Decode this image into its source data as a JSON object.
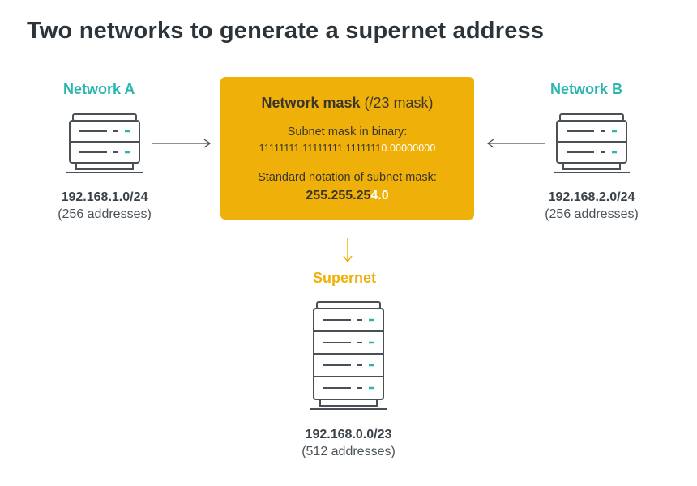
{
  "title": "Two networks to generate a supernet address",
  "network_a": {
    "label": "Network A",
    "cidr": "192.168.1.0/24",
    "count": "(256 addresses)",
    "icon": "server-icon"
  },
  "network_b": {
    "label": "Network B",
    "cidr": "192.168.2.0/24",
    "count": "(256 addresses)",
    "icon": "server-icon"
  },
  "mask": {
    "title_bold": "Network mask",
    "title_rest": " (/23 mask)",
    "binary_label": "Subnet mask in binary:",
    "binary_main": "11111111.11111111.1111111",
    "binary_hl": "0.00000000",
    "notation_label": "Standard notation of subnet mask:",
    "notation_main": "255.255.25",
    "notation_hl": "4.0"
  },
  "supernet": {
    "label": "Supernet",
    "cidr": "192.168.0.0/23",
    "count": "(512 addresses)",
    "icon": "server-icon"
  },
  "colors": {
    "teal": "#2bb5ad",
    "amber": "#efb009",
    "outline": "#4a5056",
    "text": "#333a40"
  }
}
